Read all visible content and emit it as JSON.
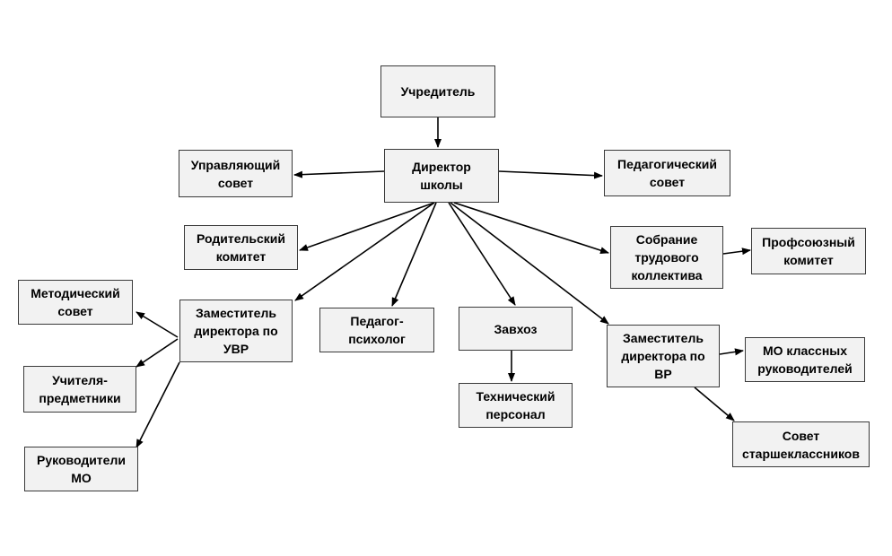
{
  "nodes": {
    "founder": "Учредитель",
    "director": "Директор\nшколы",
    "managing_council": "Управляющий\nсовет",
    "pedagogical_council": "Педагогический\nсовет",
    "parent_committee": "Родительский\nкомитет",
    "labor_assembly": "Собрание\nтрудового\nколлектива",
    "trade_union": "Профсоюзный\nкомитет",
    "methodical_council": "Методический\nсовет",
    "deputy_uvr": "Заместитель\nдиректора по\nУВР",
    "psychologist": "Педагог-\nпсихолог",
    "caretaker": "Завхоз",
    "deputy_vr": "Заместитель\nдиректора по\nВР",
    "mo_class_teachers": "МО классных\nруководителей",
    "subject_teachers": "Учителя-\nпредметники",
    "technical_staff": "Технический\nперсонал",
    "senior_council": "Совет\nстаршеклассников",
    "mo_heads": "Руководители\nМО"
  },
  "colors": {
    "box_fill": "#f2f2f2",
    "box_border": "#3a3a3a",
    "arrow": "#000000"
  }
}
